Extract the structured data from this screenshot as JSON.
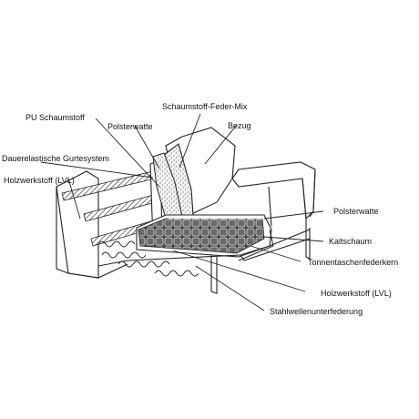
{
  "labels": {
    "schaumstoff_feder_mix": "Schaumstoff-Feder-Mix",
    "pu_schaumstoff": "PU Schaumstoff",
    "polsterwatte_back": "Polsterwatte",
    "bezug": "Bezug",
    "dauerelastische_gurtesystem": "Dauerelastische Gurtesystem",
    "holzwerkstoff_top": "Holzwerkstoff (LVL)",
    "polsterwatte_seat": "Polsterwatte",
    "kaltschaum": "Kaltschaum",
    "tonnentaschenfederkern": "Tonnentaschenfederkern",
    "holzwerkstoff_bottom": "Holzwerkstoff (LVL)",
    "stahlwellenunterfederung": "Stahlwellenunterfederung"
  },
  "colors": {
    "line": "#222222",
    "foam_light": "#e8e8e8",
    "foam_dark": "#555555",
    "speckle": "#9a9a9a"
  }
}
